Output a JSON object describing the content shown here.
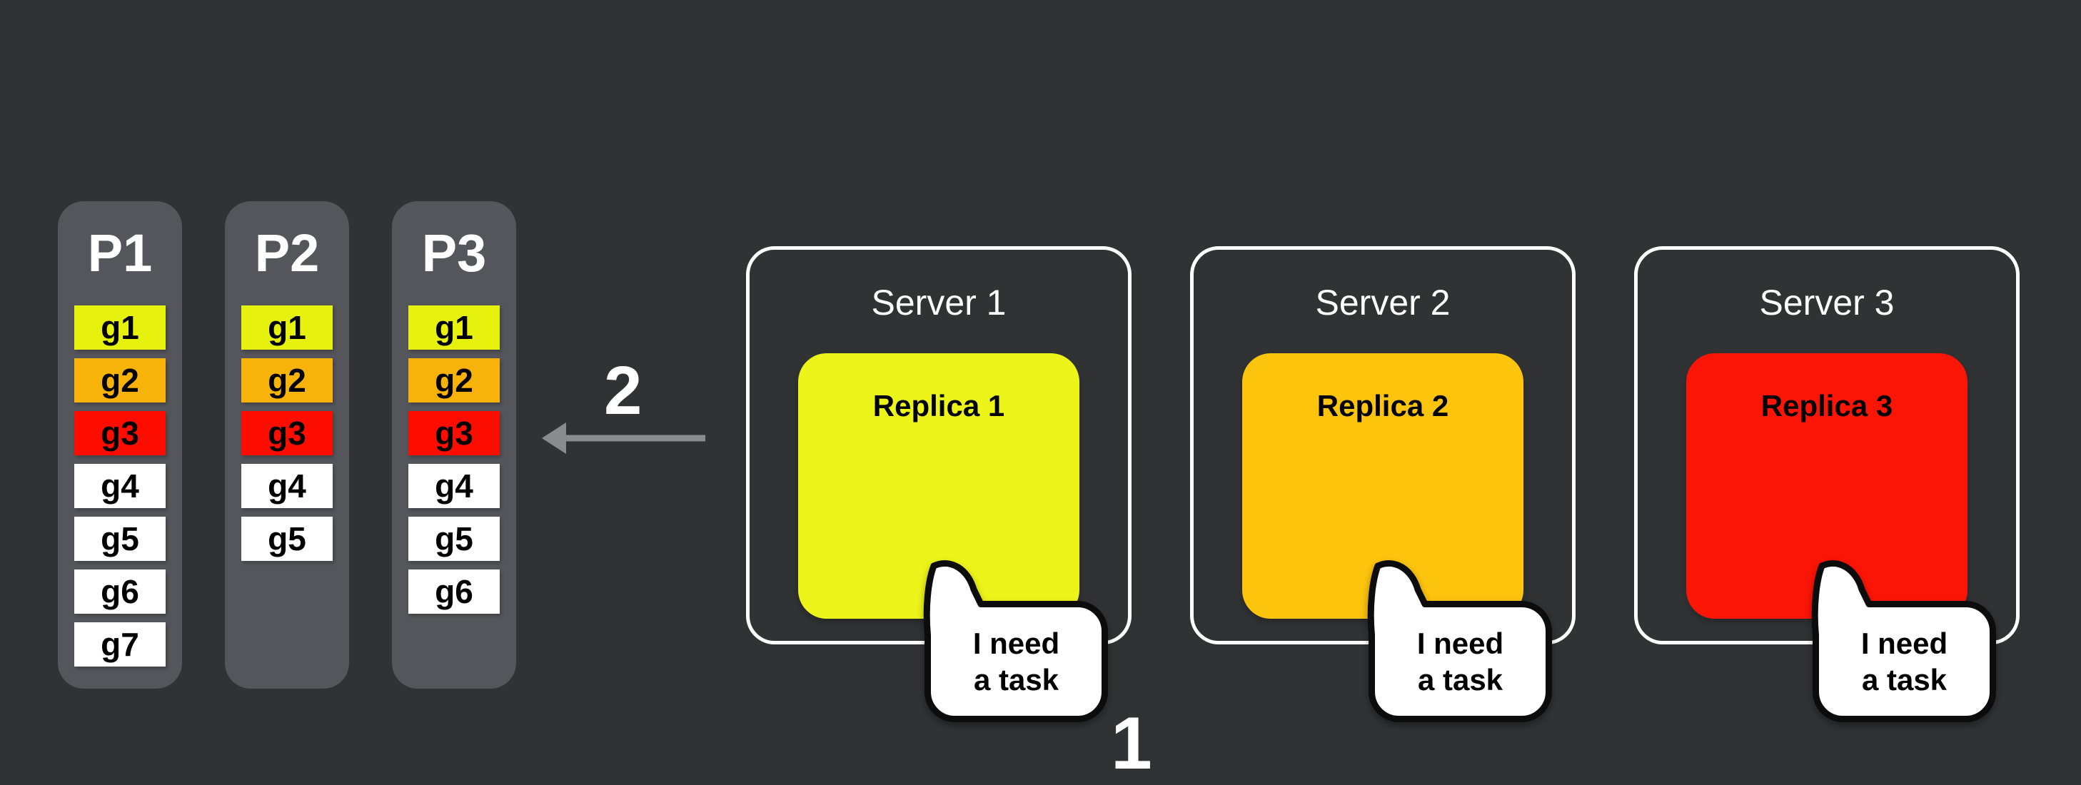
{
  "colors": {
    "background": "#313233",
    "partition_panel": "#55565B",
    "arrow": "#8A8B8E",
    "text_light": "#FFFFFF",
    "text_dark": "#000000"
  },
  "partitions": [
    {
      "label": "P1",
      "tasks": [
        {
          "id": "g1",
          "color": "#E6F20E"
        },
        {
          "id": "g2",
          "color": "#F8B30B"
        },
        {
          "id": "g3",
          "color": "#FC0D00"
        },
        {
          "id": "g4",
          "color": "#FFFFFF"
        },
        {
          "id": "g5",
          "color": "#FFFFFF"
        },
        {
          "id": "g6",
          "color": "#FFFFFF"
        },
        {
          "id": "g7",
          "color": "#FFFFFF"
        }
      ]
    },
    {
      "label": "P2",
      "tasks": [
        {
          "id": "g1",
          "color": "#E6F20E"
        },
        {
          "id": "g2",
          "color": "#F8B30B"
        },
        {
          "id": "g3",
          "color": "#FC0D00"
        },
        {
          "id": "g4",
          "color": "#FFFFFF"
        },
        {
          "id": "g5",
          "color": "#FFFFFF"
        }
      ]
    },
    {
      "label": "P3",
      "tasks": [
        {
          "id": "g1",
          "color": "#E6F20E"
        },
        {
          "id": "g2",
          "color": "#F8B30B"
        },
        {
          "id": "g3",
          "color": "#FC0D00"
        },
        {
          "id": "g4",
          "color": "#FFFFFF"
        },
        {
          "id": "g5",
          "color": "#FFFFFF"
        },
        {
          "id": "g6",
          "color": "#FFFFFF"
        }
      ]
    }
  ],
  "annotations": {
    "step2_label": "2",
    "step1_label": "1"
  },
  "servers": [
    {
      "title": "Server 1",
      "replica_label": "Replica 1",
      "replica_color": "#EDF41A",
      "bubble": {
        "line1": "I need",
        "line2": "a task"
      }
    },
    {
      "title": "Server 2",
      "replica_label": "Replica 2",
      "replica_color": "#FCC40D",
      "bubble": {
        "line1": "I need",
        "line2": "a task"
      }
    },
    {
      "title": "Server 3",
      "replica_label": "Replica 3",
      "replica_color": "#FB1507",
      "bubble": {
        "line1": "I need",
        "line2": "a task"
      }
    }
  ]
}
